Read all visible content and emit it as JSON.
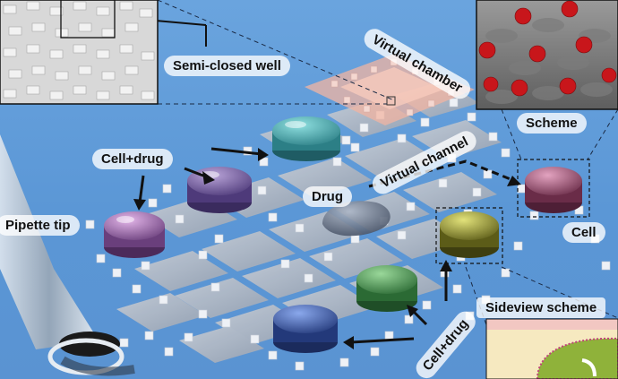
{
  "labels": {
    "semi_closed_well": "Semi-closed well",
    "virtual_chamber": "Virtual chamber",
    "scheme": "Scheme",
    "cell_drug_top": "Cell+drug",
    "virtual_channel": "Virtual channel",
    "drug": "Drug",
    "pipette_tip": "Pipette tip",
    "cell": "Cell",
    "sideview_scheme": "Sideview scheme",
    "cell_drug_bottom": "Cell+drug"
  },
  "colors": {
    "background": "#5b97d6",
    "droplet_teal": "#3fa6a8",
    "droplet_purple": "#8e6fb0",
    "droplet_pink": "#b47bc4",
    "droplet_drug": "#6e7e98",
    "droplet_yellow": "#a9a93a",
    "droplet_green": "#4d9a56",
    "droplet_blue": "#3f63b8",
    "droplet_red_cell": "#a65a78",
    "virtual_chamber": "#f0b8a8"
  }
}
